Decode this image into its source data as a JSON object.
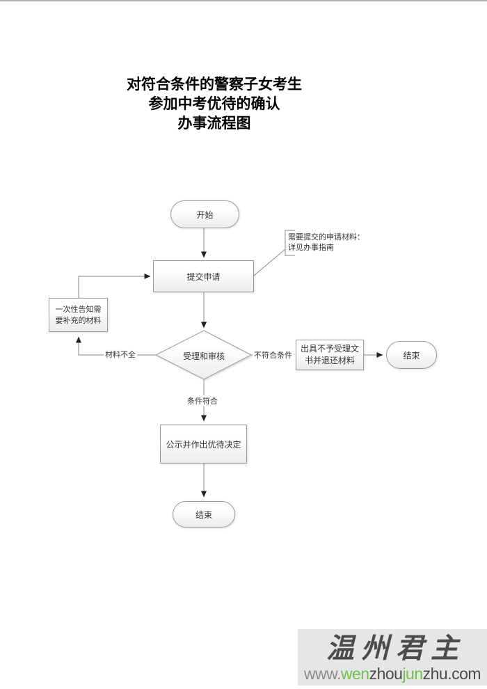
{
  "title": {
    "line1": "对符合条件的警察子女考生",
    "line2": "参加中考优待的确认",
    "line3": "办事流程图"
  },
  "flowchart": {
    "start_label": "开始",
    "submit_label": "提交申请",
    "note": {
      "line1": "需要提交的申请材料：",
      "line2": "详见办事指南"
    },
    "supplement_box": {
      "line1": "一次性告知需",
      "line2": "要补充的材料"
    },
    "review_label": "受理和审核",
    "reject_box": {
      "line1": "出具不予受理文",
      "line2": "书并退还材料"
    },
    "end_right_label": "结束",
    "decision_label": "公示并作出优待决定",
    "end_bottom_label": "结束",
    "edge_labels": {
      "materials_incomplete": "材料不全",
      "not_qualified": "不符合条件",
      "qualified": "条件符合"
    }
  },
  "watermark": {
    "brand": "温州君主",
    "brand_color": "#4c4c4c",
    "background": "#e6e6e6",
    "url_parts": [
      {
        "text": "www.",
        "color": "#8c8c8c"
      },
      {
        "text": "wen",
        "color": "#74bf50"
      },
      {
        "text": "zhou",
        "color": "#4a4a4a"
      },
      {
        "text": "jun",
        "color": "#74bf50"
      },
      {
        "text": "zhu.com",
        "color": "#4a4a4a"
      }
    ]
  },
  "colors": {
    "connector_line": "#8a8a8a",
    "shape_border": "#9a9a9a",
    "arrowhead": "#222222"
  }
}
